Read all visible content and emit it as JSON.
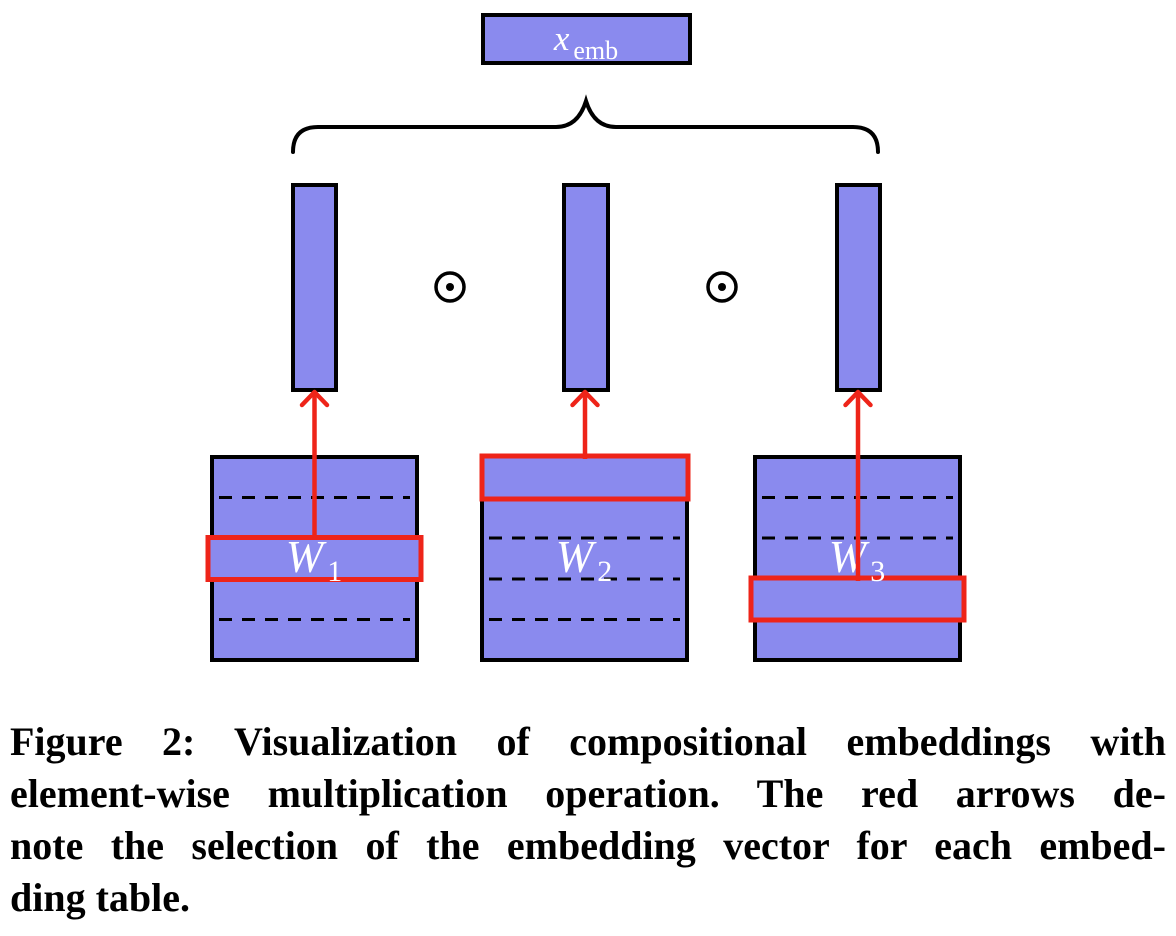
{
  "figure": {
    "output": {
      "var": "x",
      "sub": "emb"
    },
    "operator_symbol": "⊙",
    "operators": [
      "⊙",
      "⊙"
    ],
    "tables": [
      {
        "var": "W",
        "sub": "1",
        "rows": 5,
        "highlighted_row_index": 3
      },
      {
        "var": "W",
        "sub": "2",
        "rows": 5,
        "highlighted_row_index": 1
      },
      {
        "var": "W",
        "sub": "3",
        "rows": 5,
        "highlighted_row_index": 4
      }
    ]
  },
  "caption": {
    "lines": [
      "Figure 2: Visualization of compositional embeddings with",
      "element-wise multiplication operation. The red arrows de-",
      "note the selection of the embedding vector for each embed-",
      "ding table."
    ],
    "full_text": "Figure 2: Visualization of compositional embeddings with element-wise multiplication operation. The red arrows denote the selection of the embedding vector for each embedding table."
  },
  "colors": {
    "embedding_fill": "#8a8aee",
    "highlight_red": "#ee2419",
    "outline": "#000000",
    "label_text": "#ffffff"
  }
}
